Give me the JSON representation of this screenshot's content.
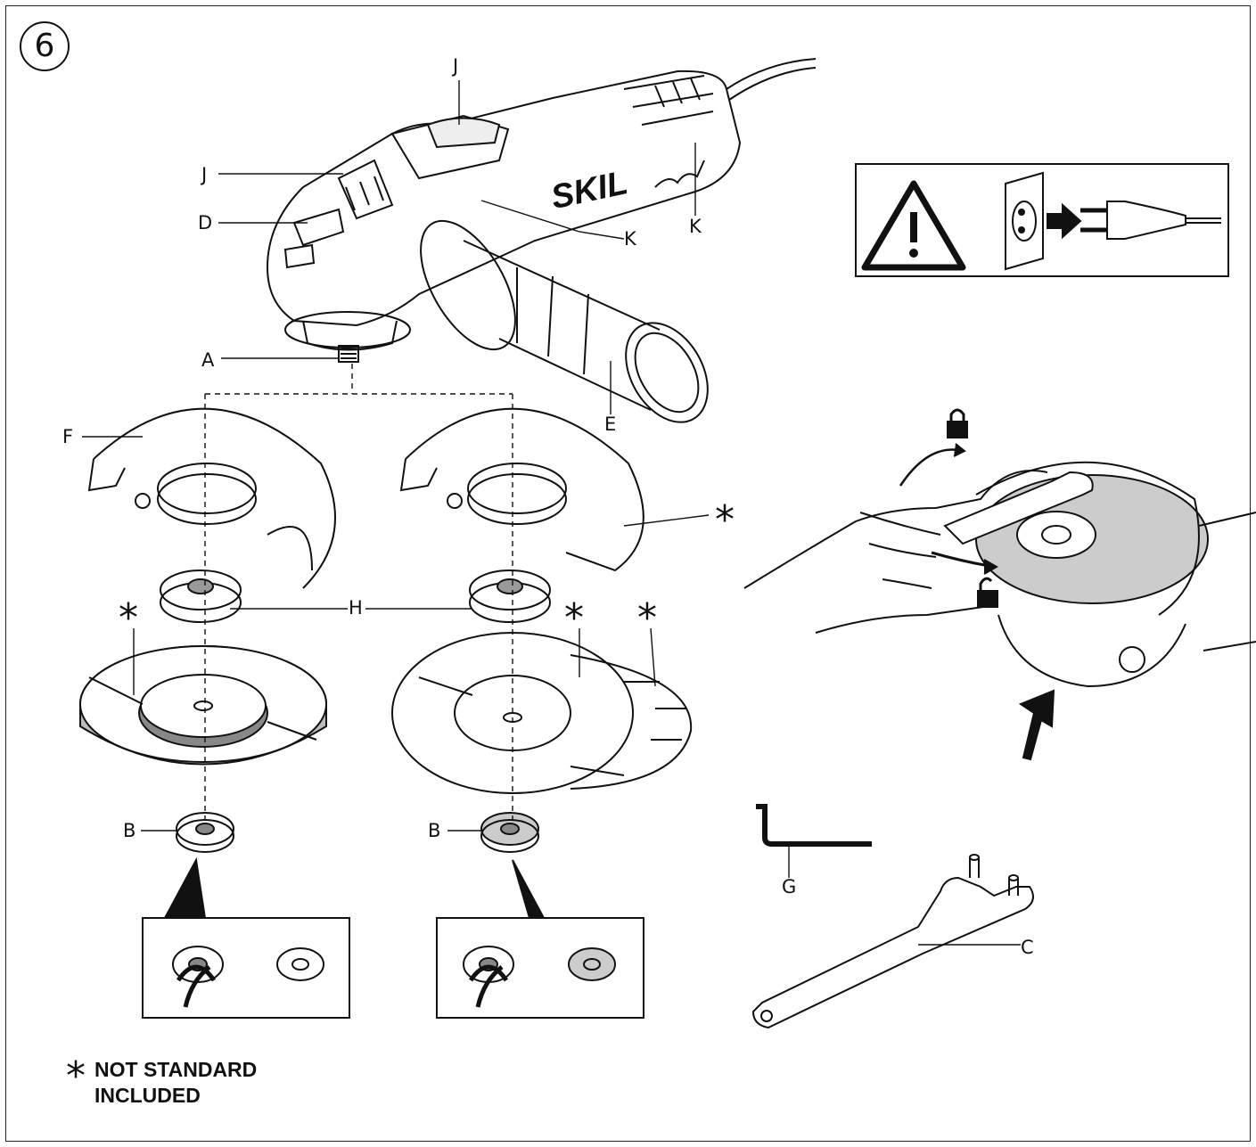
{
  "figure": {
    "number": "6"
  },
  "brand": "SKIL",
  "labels": {
    "J": "J",
    "D": "D",
    "K": "K",
    "A": "A",
    "E": "E",
    "F": "F",
    "H": "H",
    "B": "B",
    "G": "G",
    "C": "C"
  },
  "star_symbol": "*",
  "footnote": {
    "symbol": "*",
    "lines": [
      "NOT STANDARD",
      "INCLUDED"
    ]
  },
  "icons": [
    "warning-triangle-icon",
    "unplug-socket-icon",
    "arrow-right-icon",
    "padlock-locked-icon",
    "padlock-unlocked-icon",
    "cross-out-icon"
  ]
}
